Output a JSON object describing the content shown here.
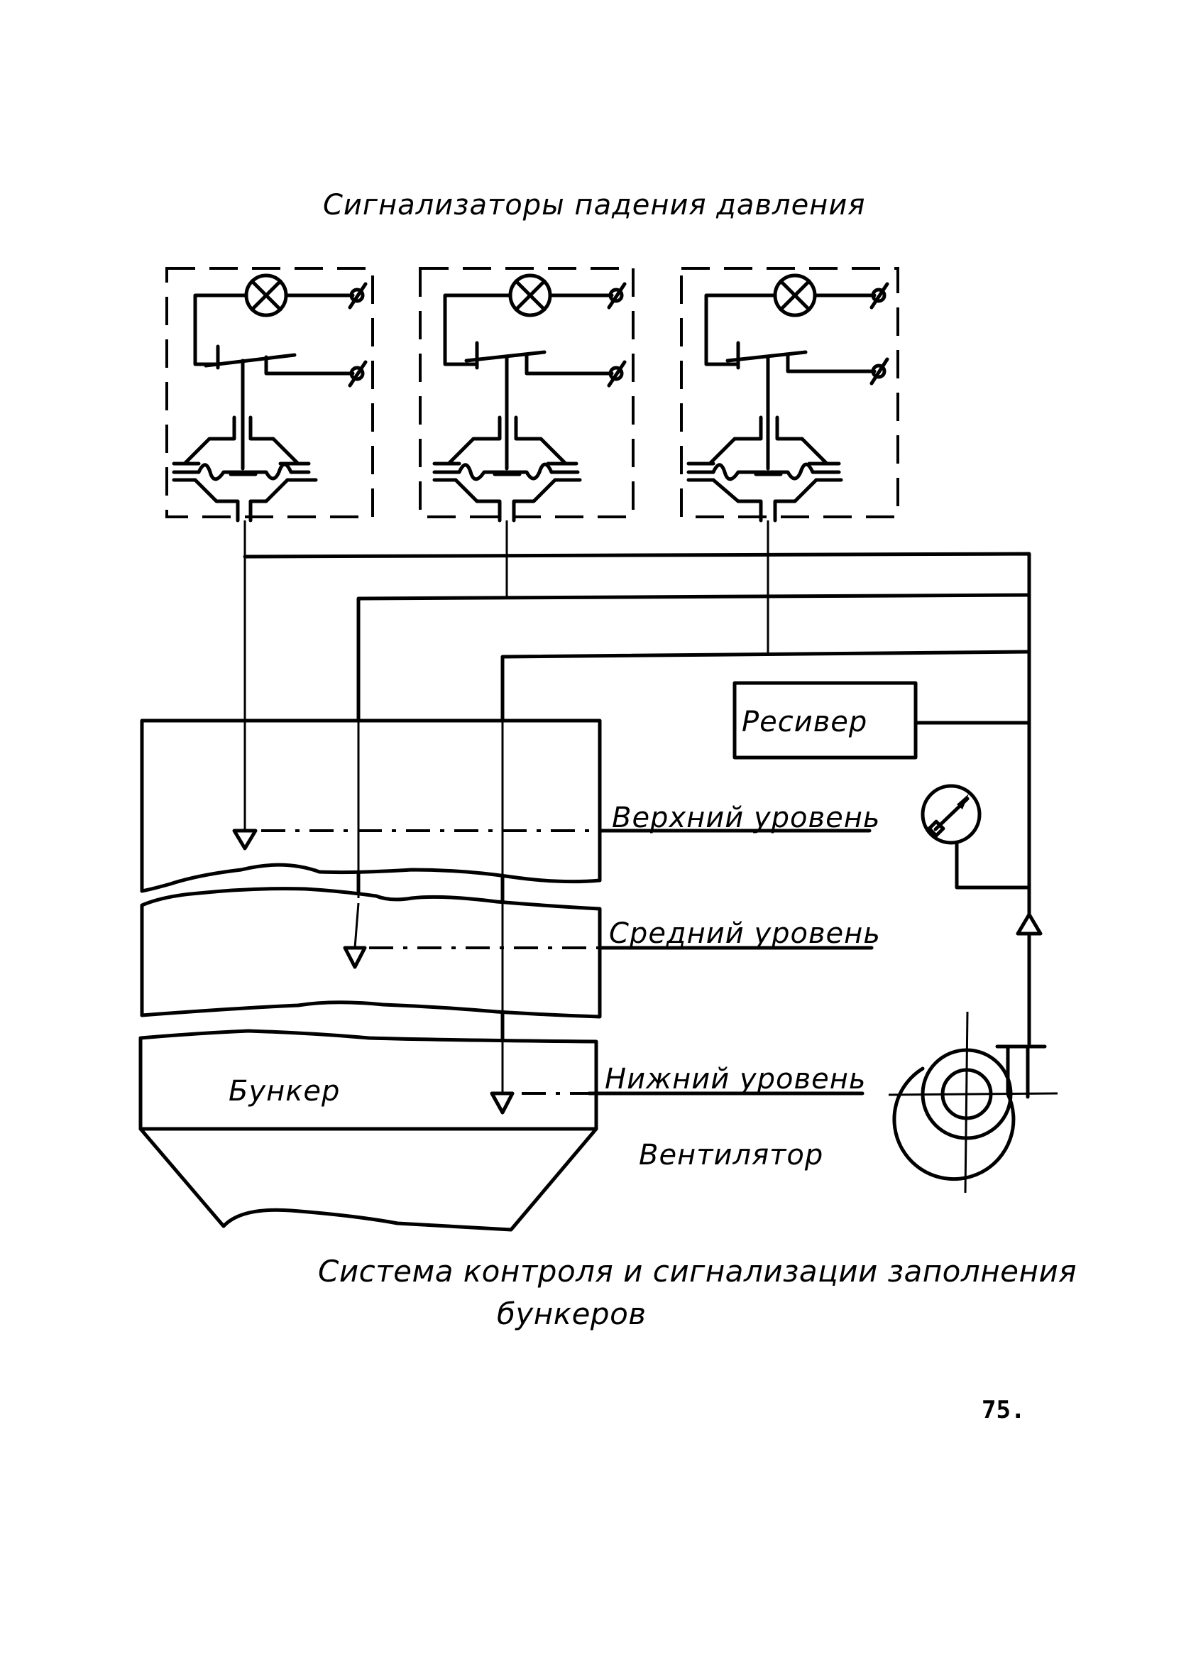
{
  "diagram": {
    "title": "Сигнализаторы падения давления",
    "caption_line1": "Система контроля и сигнализации заполнения",
    "caption_line2": "бункеров",
    "page_number": "75.",
    "sensors": [
      {
        "id": "sensor-1",
        "level": "upper"
      },
      {
        "id": "sensor-2",
        "level": "middle"
      },
      {
        "id": "sensor-3",
        "level": "lower"
      }
    ],
    "components": {
      "receiver": "Ресивер",
      "bunker": "Бункер",
      "fan": "Вентилятор",
      "gauge": "manometer"
    },
    "levels": {
      "upper": "Верхний уровень",
      "middle": "Средний уровень",
      "lower": "Нижний уровень"
    },
    "icons": {
      "lamp": "lamp-cross-icon",
      "terminal": "terminal-icon",
      "diaphragm": "diaphragm-icon",
      "level-marker": "triangle-down-icon",
      "flow-arrow": "triangle-up-icon",
      "gauge": "pressure-gauge-icon",
      "fan": "centrifugal-fan-icon"
    }
  }
}
